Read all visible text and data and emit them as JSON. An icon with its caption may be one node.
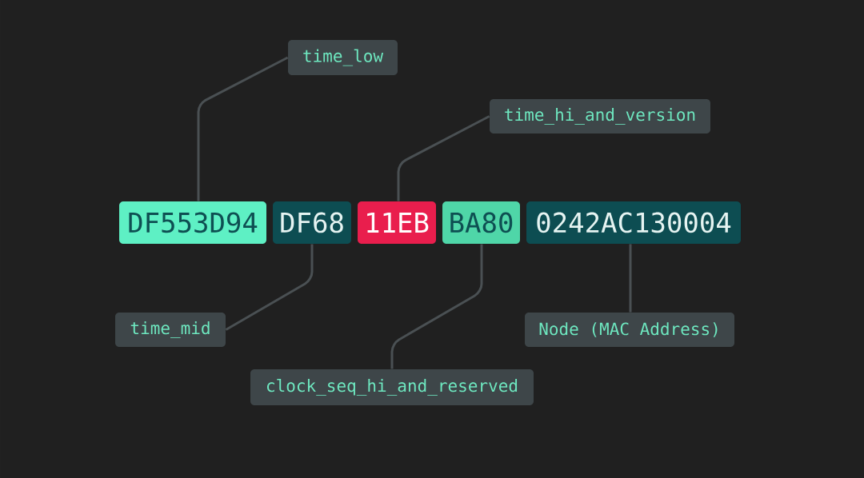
{
  "diagram": {
    "nodes": [
      {
        "text": [
          "DF553D94"
        ]
      },
      {
        "text": [
          "DF68"
        ]
      },
      {
        "text": [
          "11EB"
        ]
      },
      {
        "text": [
          "BA80"
        ]
      },
      {
        "text": [
          "0242AC130004"
        ]
      },
      {
        "text": [
          "time_low"
        ]
      },
      {
        "text": [
          "time_hi_and_version"
        ]
      },
      {
        "text": [
          "time_mid"
        ]
      },
      {
        "text": [
          "clock_seq_hi_and_reserved"
        ]
      },
      {
        "text": [
          "Node (MAC Address)"
        ]
      }
    ],
    "edges": [
      {
        "from": 5,
        "to": 0,
        "arrow": "none"
      },
      {
        "from": 6,
        "to": 2,
        "arrow": "none"
      },
      {
        "from": 7,
        "to": 1,
        "arrow": "none"
      },
      {
        "from": 8,
        "to": 3,
        "arrow": "none"
      },
      {
        "from": 9,
        "to": 4,
        "arrow": "none"
      }
    ]
  }
}
